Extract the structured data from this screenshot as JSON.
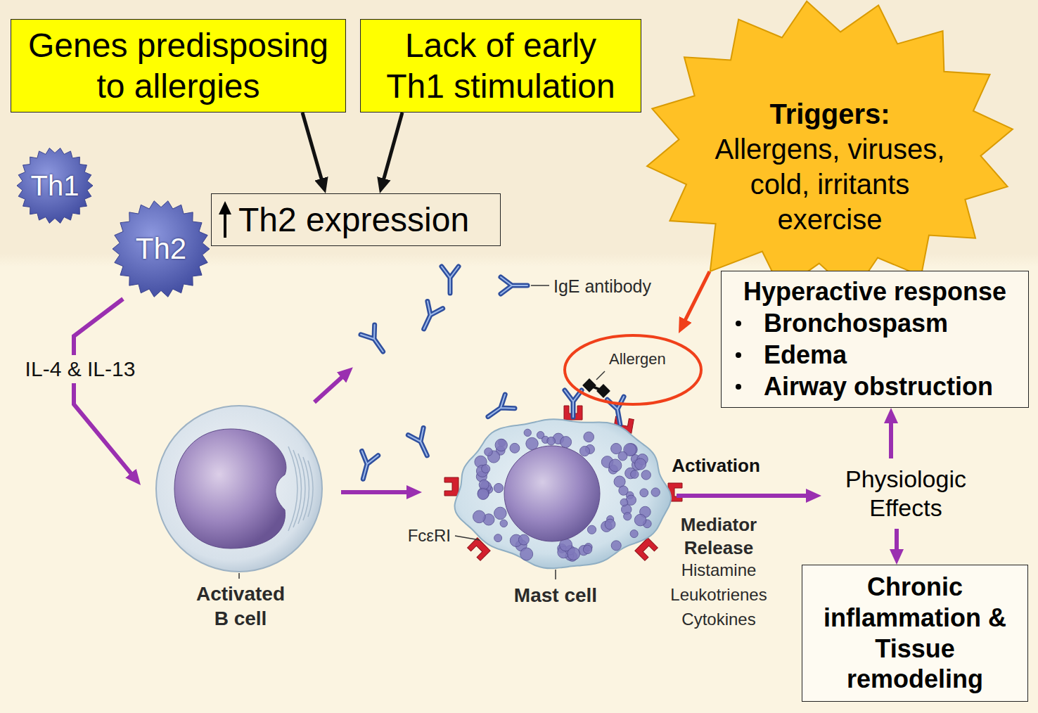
{
  "diagram": {
    "nodes": [
      {
        "text": [
          "Genes predisposing to allergies"
        ]
      },
      {
        "text": [
          "Lack of early Th1 stimulation"
        ]
      },
      {
        "text": [
          "Triggers:",
          "Allergens, viruses, cold, irritants exercise"
        ]
      },
      {
        "text": [
          "Th1"
        ]
      },
      {
        "text": [
          "Th2"
        ]
      },
      {
        "text": [
          "Th2 expression"
        ]
      },
      {
        "text": [
          "Hyperactive response",
          "Bronchospasm",
          "Edema",
          "Airway obstruction"
        ]
      },
      {
        "text": [
          "Allergen"
        ]
      },
      {
        "text": [
          "Activated B cell"
        ]
      },
      {
        "text": [
          "Mast cell"
        ]
      },
      {
        "text": [
          "Physiologic Effects"
        ]
      },
      {
        "text": [
          "Chronic inflammation & Tissue remodeling"
        ]
      }
    ],
    "edges": [
      {
        "from": 0,
        "to": 5,
        "arrow": "to"
      },
      {
        "from": 1,
        "to": 5,
        "arrow": "to"
      },
      {
        "from": 2,
        "to": 7,
        "arrow": "to"
      },
      {
        "from": 4,
        "to": 8,
        "label": "IL-4 & IL-13",
        "arrow": "to"
      },
      {
        "from": 8,
        "to": 9,
        "arrow": "to"
      },
      {
        "from": 9,
        "to": 10,
        "label": "Activation",
        "arrow": "to"
      },
      {
        "from": 10,
        "to": 6,
        "arrow": "to"
      },
      {
        "from": 10,
        "to": 11,
        "arrow": "to"
      }
    ],
    "labels": [
      "IgE antibody",
      "FcεRI",
      "Mediator Release",
      "Histamine",
      "Leukotrienes",
      "Cytokines"
    ]
  }
}
